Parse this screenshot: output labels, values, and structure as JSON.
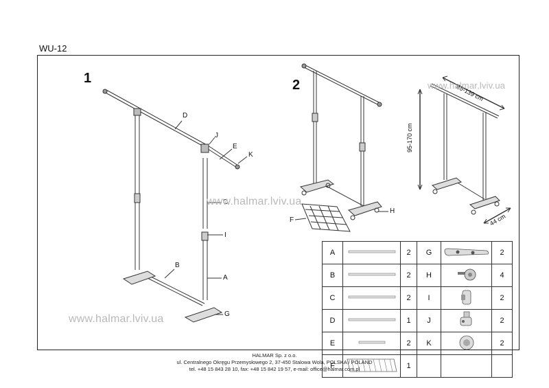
{
  "document": {
    "code": "WU-12"
  },
  "steps": {
    "one": "1",
    "two": "2"
  },
  "labels": {
    "A": "A",
    "B": "B",
    "C": "C",
    "D": "D",
    "E": "E",
    "F": "F",
    "G": "G",
    "H": "H",
    "I": "I",
    "J": "J",
    "K": "K"
  },
  "watermark": "www.halmar.lviv.ua",
  "dimensions": {
    "width": "86-139 cm",
    "height": "95-170 cm",
    "depth": "44 cm"
  },
  "parts": [
    {
      "left": {
        "code": "A",
        "qty": "2",
        "icon": "long-tube"
      },
      "right": {
        "code": "G",
        "qty": "2",
        "icon": "foot-base"
      }
    },
    {
      "left": {
        "code": "B",
        "qty": "2",
        "icon": "long-tube"
      },
      "right": {
        "code": "H",
        "qty": "4",
        "icon": "wheel"
      }
    },
    {
      "left": {
        "code": "C",
        "qty": "2",
        "icon": "long-tube"
      },
      "right": {
        "code": "I",
        "qty": "2",
        "icon": "clamp"
      }
    },
    {
      "left": {
        "code": "D",
        "qty": "1",
        "icon": "long-tube"
      },
      "right": {
        "code": "J",
        "qty": "2",
        "icon": "connector"
      }
    },
    {
      "left": {
        "code": "E",
        "qty": "2",
        "icon": "short-tube"
      },
      "right": {
        "code": "K",
        "qty": "2",
        "icon": "end-cap"
      }
    },
    {
      "left": {
        "code": "F",
        "qty": "1",
        "icon": "mesh-shelf"
      },
      "right": {
        "code": "",
        "qty": "",
        "icon": ""
      }
    }
  ],
  "footer": {
    "company": "HALMAR Sp. z o.o.",
    "address": "ul. Centralnego Okręgu Przemysłowego 2, 37-450 Stalowa Wola, POLSKA / POLAND",
    "contact": "tel. +48 15 843 28 10, fax: +48 15 842 19 57, e-mail: office@halmar.com.pl"
  }
}
